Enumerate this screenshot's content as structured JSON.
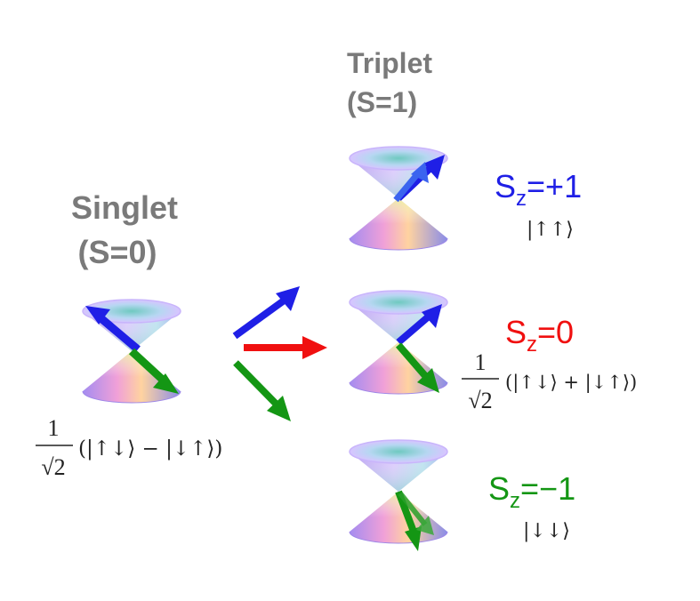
{
  "singlet": {
    "title_line1": "Singlet",
    "title_line2": "(S=0)",
    "prefactor_num": "1",
    "prefactor_den": "√2",
    "state": "(|↑↓⟩ − |↓↑⟩)"
  },
  "triplet": {
    "title_line1": "Triplet",
    "title_line2": "(S=1)",
    "states": [
      {
        "label_main": "S",
        "label_sub": "z",
        "label_value": "=+1",
        "ket": "|↑↑⟩",
        "color": "#1f1fe6"
      },
      {
        "label_main": "S",
        "label_sub": "z",
        "label_value": "=0",
        "prefactor_num": "1",
        "prefactor_den": "√2",
        "ket": "(|↑↓⟩ + |↓↑⟩)",
        "color": "#f01010"
      },
      {
        "label_main": "S",
        "label_sub": "z",
        "label_value": "=−1",
        "ket": "|↓↓⟩",
        "color": "#149614"
      }
    ]
  },
  "colors": {
    "heading": "#7a7a7a",
    "blue_arrow": "#1f1fe6",
    "red_arrow": "#f01010",
    "green_arrow": "#149614"
  },
  "icons": [
    "double-cone-icon",
    "spin-arrow-icon",
    "transition-arrow-icon"
  ]
}
